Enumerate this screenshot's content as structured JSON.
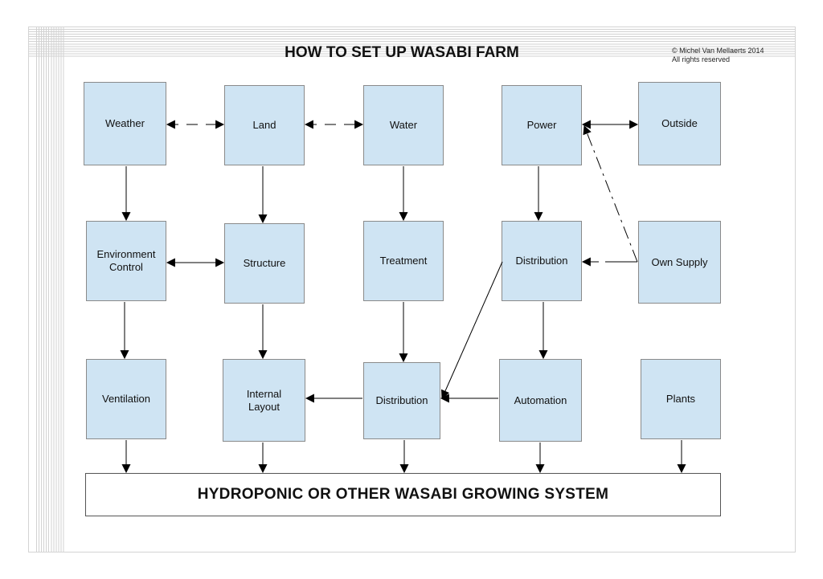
{
  "title": "HOW TO SET UP WASABI FARM",
  "copyright": {
    "line1": "© Michel Van Mellaerts 2014",
    "line2": "All rights reserved"
  },
  "nodes": {
    "weather": "Weather",
    "land": "Land",
    "water": "Water",
    "power": "Power",
    "outside": "Outside",
    "environment_control_1": "Environment",
    "environment_control_2": "Control",
    "structure": "Structure",
    "treatment": "Treatment",
    "distribution_power": "Distribution",
    "own_supply": "Own Supply",
    "ventilation": "Ventilation",
    "internal_layout_1": "Internal",
    "internal_layout_2": "Layout",
    "distribution_water": "Distribution",
    "automation": "Automation",
    "plants": "Plants"
  },
  "system": "HYDROPONIC OR OTHER WASABI GROWING SYSTEM",
  "colors": {
    "box_fill": "#cfe4f3",
    "box_border": "#8a8a8a",
    "grid": "#d2d2d2",
    "arrow": "#000000"
  }
}
